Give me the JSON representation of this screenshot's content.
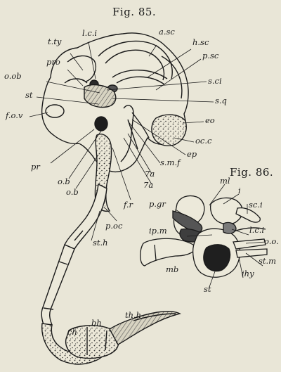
{
  "figures": {
    "fig85": {
      "title": "Fig. 85.",
      "labels": {
        "t_ty": "t.ty",
        "l_c_i": "l.c.i",
        "a_sc": "a.sc",
        "h_sc": "h.sc",
        "pro": "pro",
        "p_sc": "p.sc",
        "o_ob": "o.ob",
        "s_ci": "s.ci",
        "st": "st",
        "s_q": "s.q",
        "f_o_v": "f.o.v",
        "eo": "eo",
        "oc_c": "oc.c",
        "ep": "ep",
        "s_m_f": "s.m.f",
        "pr": "pr",
        "o_b1": "o.b",
        "7a_1": "7a",
        "7a_2": "7a",
        "o_b2": "o.b",
        "f_r": "f.r",
        "p_oc": "p.oc",
        "st_h": "st.h",
        "th_h": "th.h",
        "bh": "bh",
        "ch": "ch"
      }
    },
    "fig86": {
      "title": "Fig. 86.",
      "labels": {
        "ml": "ml",
        "i": "i",
        "sc_i": "sc.i",
        "p_gr": "p.gr",
        "ip_m": "ip.m",
        "l_c_i": "l.c.i",
        "o_o": "o.o.",
        "st_m": "st.m",
        "ihy": "ihy",
        "mb": "mb",
        "st": "st"
      }
    }
  },
  "colors": {
    "paper": "#e9e6d7",
    "ink": "#1a1a1a",
    "cartilage": "#eeebdc",
    "bone_shade": "#4a4a4a"
  }
}
